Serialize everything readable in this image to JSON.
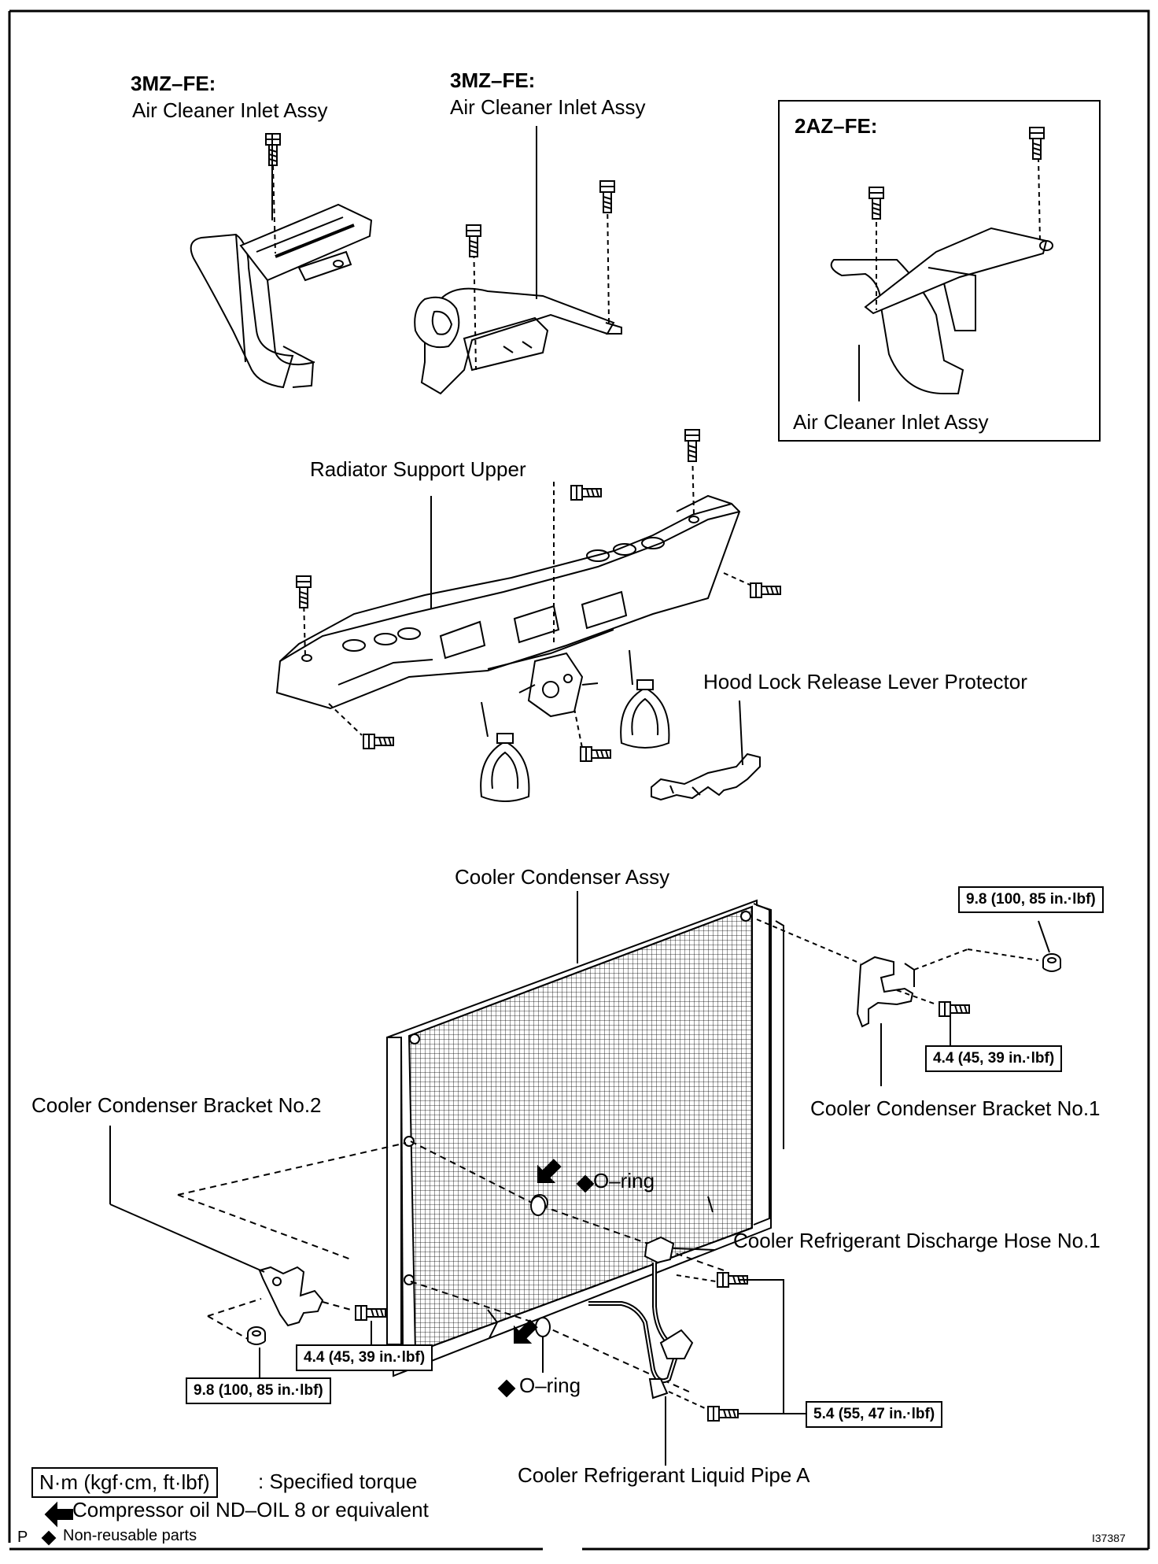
{
  "labels": {
    "engine_3mz_left": "3MZ–FE:",
    "air_cleaner_left": "Air Cleaner Inlet Assy",
    "engine_3mz_center": "3MZ–FE:",
    "air_cleaner_center": "Air Cleaner Inlet Assy",
    "engine_2az": "2AZ–FE:",
    "air_cleaner_2az": "Air Cleaner Inlet Assy",
    "radiator_support": "Radiator Support Upper",
    "hood_lock": "Hood Lock Release Lever Protector",
    "condenser": "Cooler Condenser Assy",
    "bracket_no2": "Cooler Condenser Bracket No.2",
    "bracket_no1": "Cooler Condenser Bracket No.1",
    "oring_upper": "O–ring",
    "oring_lower": "O–ring",
    "discharge_hose": "Cooler Refrigerant Discharge Hose No.1",
    "liquid_pipe": "Cooler Refrigerant Liquid Pipe A"
  },
  "torques": {
    "t1": "9.8 (100, 85 in.·lbf)",
    "t2": "4.4 (45, 39 in.·lbf)",
    "t3": "4.4 (45, 39 in.·lbf)",
    "t4": "9.8 (100, 85 in.·lbf)",
    "t5": "5.4 (55, 47 in.·lbf)"
  },
  "legend": {
    "unit_box": "N·m (kgf·cm, ft·lbf)",
    "unit_desc": ": Specified torque",
    "oil": "Compressor oil ND–OIL 8 or equivalent",
    "nonreusable": "Non-reusable parts",
    "p_mark": "P"
  },
  "figure_id": "I37387",
  "icons": [
    "bolt-icon",
    "nut-icon",
    "horn-icon",
    "arrow-icon",
    "diamond-icon"
  ]
}
